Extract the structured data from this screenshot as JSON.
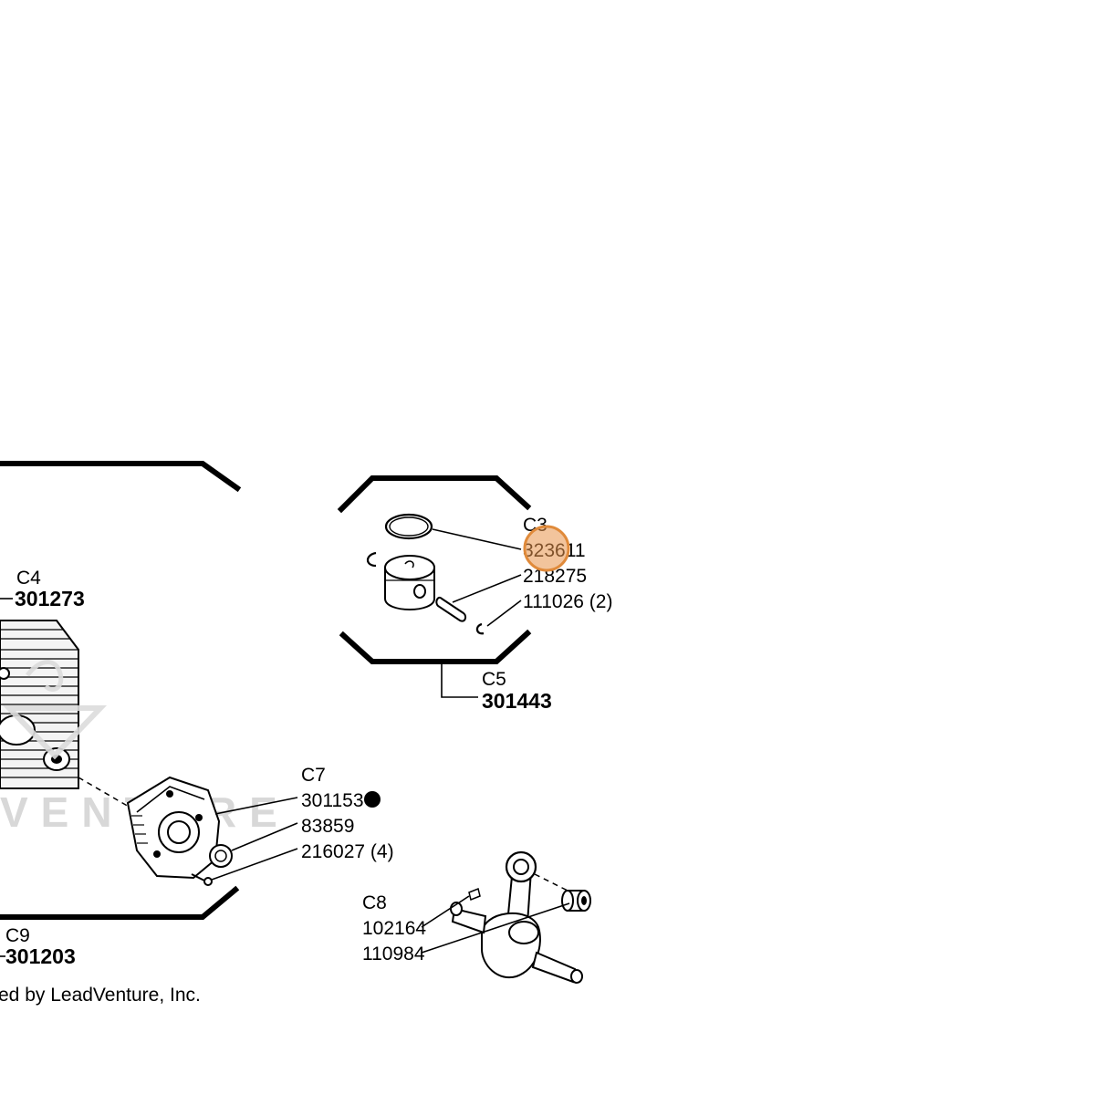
{
  "callouts": {
    "c3": {
      "group": "C3",
      "items": [
        "323611",
        "218275",
        "111026 (2)"
      ]
    },
    "c4": {
      "group": "C4",
      "part": "301273"
    },
    "c5": {
      "group": "C5",
      "part": "301443"
    },
    "c7": {
      "group": "C7",
      "items": [
        "301153",
        "83859",
        "216027 (4)"
      ]
    },
    "c8": {
      "group": "C8",
      "items": [
        "102164",
        "110984"
      ]
    },
    "c9": {
      "group": "C9",
      "part": "301203"
    }
  },
  "watermark": {
    "text": "VENTURE"
  },
  "copyright": "ed by LeadVenture, Inc.",
  "highlight": {
    "target": "323611",
    "color": "#e8944a"
  },
  "legend": {
    "marker_item": "301153",
    "marker_icon": "filled-circle-icon"
  }
}
